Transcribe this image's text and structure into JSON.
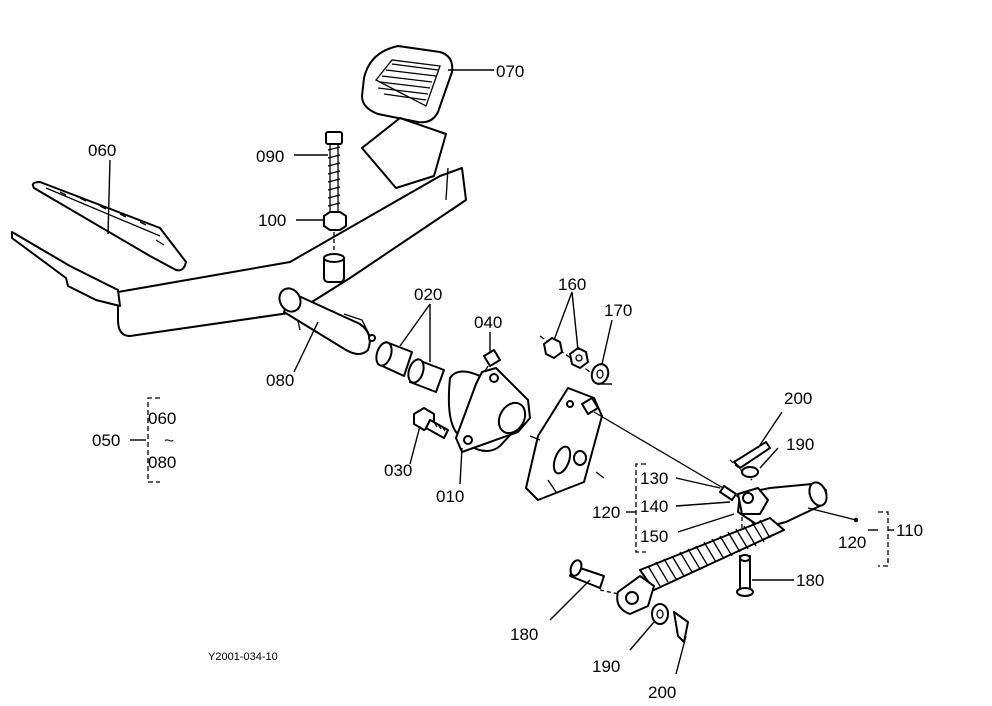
{
  "labels": {
    "p070": "070",
    "p060": "060",
    "p090": "090",
    "p100": "100",
    "p020": "020",
    "p040": "040",
    "p160": "160",
    "p170": "170",
    "p080": "080",
    "p050": "050",
    "g060": "060",
    "g080": "080",
    "p030": "030",
    "p010": "010",
    "p200a": "200",
    "p190a": "190",
    "p130": "130",
    "p140": "140",
    "p150": "150",
    "p120a": "120",
    "p120b": "120",
    "p110": "110",
    "p180a": "180",
    "p180b": "180",
    "p190b": "190",
    "p200b": "200"
  },
  "figure_code": "Y2001-034-10"
}
